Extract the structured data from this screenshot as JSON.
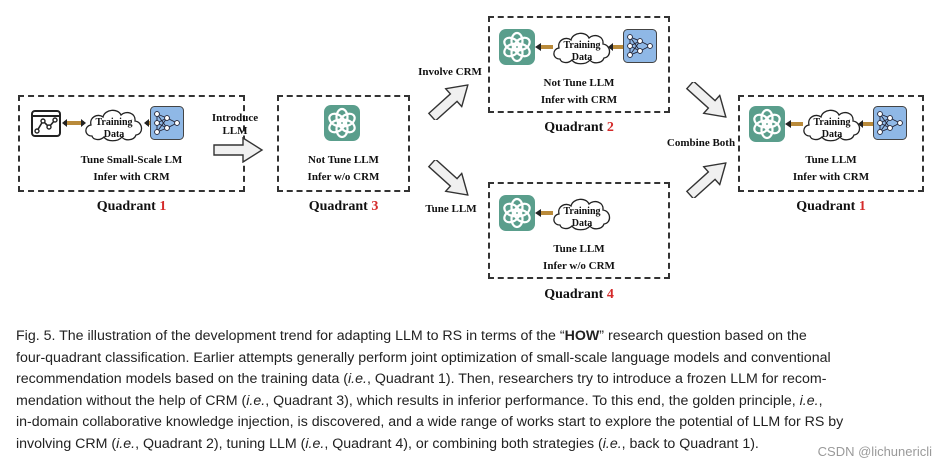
{
  "labels": {
    "training_l1": "Training",
    "training_l2": "Data"
  },
  "panels": {
    "q1_left": {
      "line1": "Tune Small-Scale LM",
      "line2": "Infer with CRM",
      "quadrant_word": "Quadrant",
      "quadrant_num": "1"
    },
    "q3": {
      "line1": "Not Tune LLM",
      "line2": "Infer w/o CRM",
      "quadrant_word": "Quadrant",
      "quadrant_num": "3"
    },
    "q2": {
      "line1": "Not Tune LLM",
      "line2": "Infer with CRM",
      "quadrant_word": "Quadrant",
      "quadrant_num": "2"
    },
    "q4": {
      "line1": "Tune LLM",
      "line2": "Infer w/o CRM",
      "quadrant_word": "Quadrant",
      "quadrant_num": "4"
    },
    "q1_right": {
      "line1": "Tune LLM",
      "line2": "Infer with CRM",
      "quadrant_word": "Quadrant",
      "quadrant_num": "1"
    }
  },
  "arrows": {
    "introduce_l1": "Introduce",
    "introduce_l2": "LLM",
    "involve_crm": "Involve CRM",
    "tune_llm": "Tune LLM",
    "combine_both": "Combine Both"
  },
  "colors": {
    "quadrant_number": "#d42a2a",
    "llm_icon": "#5a9e8c",
    "crm_icon": "#8fb8e6",
    "panel_border": "#333333"
  },
  "caption": {
    "l1_a": "Fig. 5.  The illustration of the development trend for adapting LLM to RS in terms of the “",
    "l1_b": "HOW",
    "l1_c": "” research question based on the",
    "l2": "four-quadrant classification. Earlier attempts generally perform joint optimization of small-scale language models and conventional",
    "l3_a": "recommendation models based on the training data (",
    "l3_b": "i.e.",
    "l3_c": ", Quadrant 1). Then, researchers try to introduce a frozen LLM for recom-",
    "l4_a": "mendation without the help of CRM (",
    "l4_b": "i.e.",
    "l4_c": ", Quadrant 3), which results in inferior performance. To this end, the golden principle, ",
    "l4_d": "i.e.",
    "l4_e": ",",
    "l5": "in-domain collaborative knowledge injection, is discovered, and a wide range of works start to explore the potential of LLM for RS by",
    "l6_a": "involving CRM (",
    "l6_b": "i.e.",
    "l6_c": ", Quadrant 2), tuning LLM (",
    "l6_d": "i.e.",
    "l6_e": ", Quadrant 4), or combining both strategies (",
    "l6_f": "i.e.",
    "l6_g": ", back to Quadrant 1)."
  },
  "watermark": "CSDN @lichunericli"
}
